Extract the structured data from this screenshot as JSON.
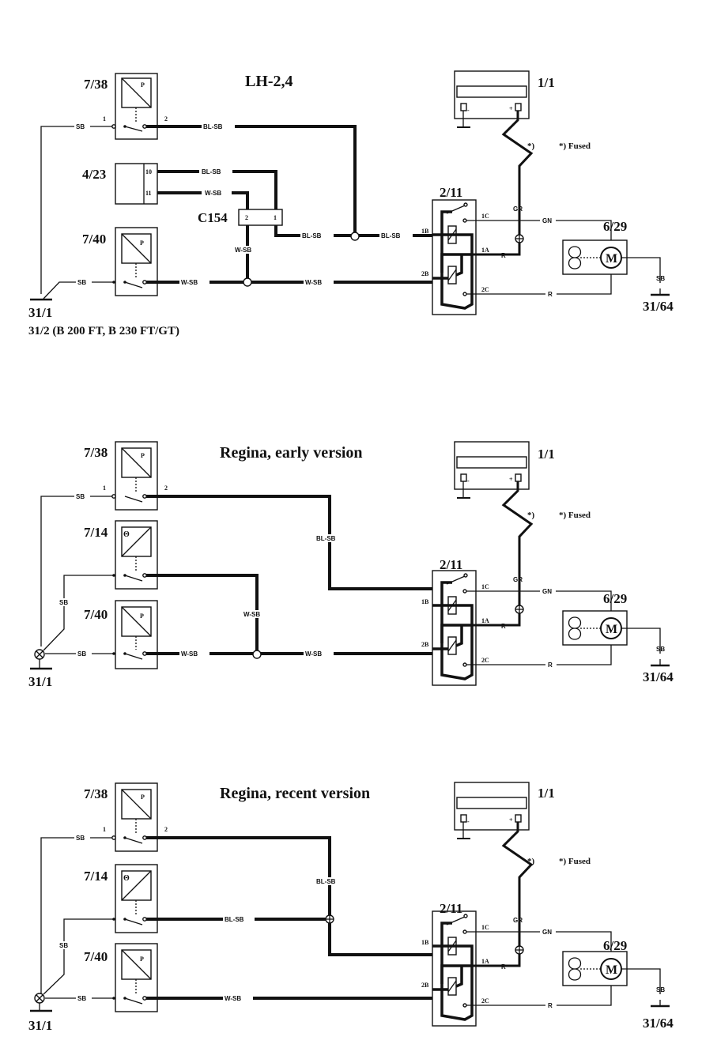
{
  "diagrams": [
    {
      "title": "LH-2,4",
      "components": {
        "pressure_switch_a": "7/38",
        "control_unit": "4/23",
        "pressure_switch_b": "7/40",
        "connector": "C154",
        "battery": "1/1",
        "relay": "2/11",
        "fan_motor": "6/29",
        "ground_left": "31/1",
        "ground_left_alt": "31/2 (B 200 FT, B 230 FT/GT)",
        "ground_right": "31/64"
      },
      "pins": {
        "sw_pin1": "1",
        "sw_pin2": "2",
        "cu_pin10": "10",
        "cu_pin11": "11",
        "conn_pin2": "2",
        "conn_pin1": "1",
        "relay_1b": "1B",
        "relay_2b": "2B",
        "relay_1c": "1C",
        "relay_1a": "1A",
        "relay_2c": "2C"
      },
      "wires": {
        "sb": "SB",
        "bl_sb": "BL-SB",
        "w_sb": "W-SB",
        "gr": "GR",
        "gn": "GN",
        "r": "R"
      },
      "symbols": {
        "pressure": "P",
        "motor": "M",
        "battery_neg": "-",
        "battery_pos": "+"
      },
      "fuse_marker": "*)",
      "fuse_note": "*)  Fused"
    },
    {
      "title": "Regina, early version",
      "components": {
        "pressure_switch_a": "7/38",
        "temp_switch": "7/14",
        "pressure_switch_b": "7/40",
        "battery": "1/1",
        "relay": "2/11",
        "fan_motor": "6/29",
        "ground_left": "31/1",
        "ground_right": "31/64"
      },
      "pins": {
        "sw_pin1": "1",
        "sw_pin2": "2",
        "relay_1b": "1B",
        "relay_2b": "2B",
        "relay_1c": "1C",
        "relay_1a": "1A",
        "relay_2c": "2C"
      },
      "wires": {
        "sb": "SB",
        "bl_sb": "BL-SB",
        "w_sb": "W-SB",
        "gr": "GR",
        "gn": "GN",
        "r": "R"
      },
      "symbols": {
        "pressure": "P",
        "temperature": "Θ",
        "motor": "M",
        "battery_neg": "-",
        "battery_pos": "+"
      },
      "fuse_marker": "*)",
      "fuse_note": "*)  Fused"
    },
    {
      "title": "Regina, recent version",
      "components": {
        "pressure_switch_a": "7/38",
        "temp_switch": "7/14",
        "pressure_switch_b": "7/40",
        "battery": "1/1",
        "relay": "2/11",
        "fan_motor": "6/29",
        "ground_left": "31/1",
        "ground_right": "31/64"
      },
      "pins": {
        "sw_pin1": "1",
        "sw_pin2": "2",
        "relay_1b": "1B",
        "relay_2b": "2B",
        "relay_1c": "1C",
        "relay_1a": "1A",
        "relay_2c": "2C"
      },
      "wires": {
        "sb": "SB",
        "bl_sb": "BL-SB",
        "w_sb": "W-SB",
        "gr": "GR",
        "gn": "GN",
        "r": "R"
      },
      "symbols": {
        "pressure": "P",
        "temperature": "Θ",
        "motor": "M",
        "battery_neg": "-",
        "battery_pos": "+"
      },
      "fuse_marker": "*)",
      "fuse_note": "*)  Fused"
    }
  ]
}
